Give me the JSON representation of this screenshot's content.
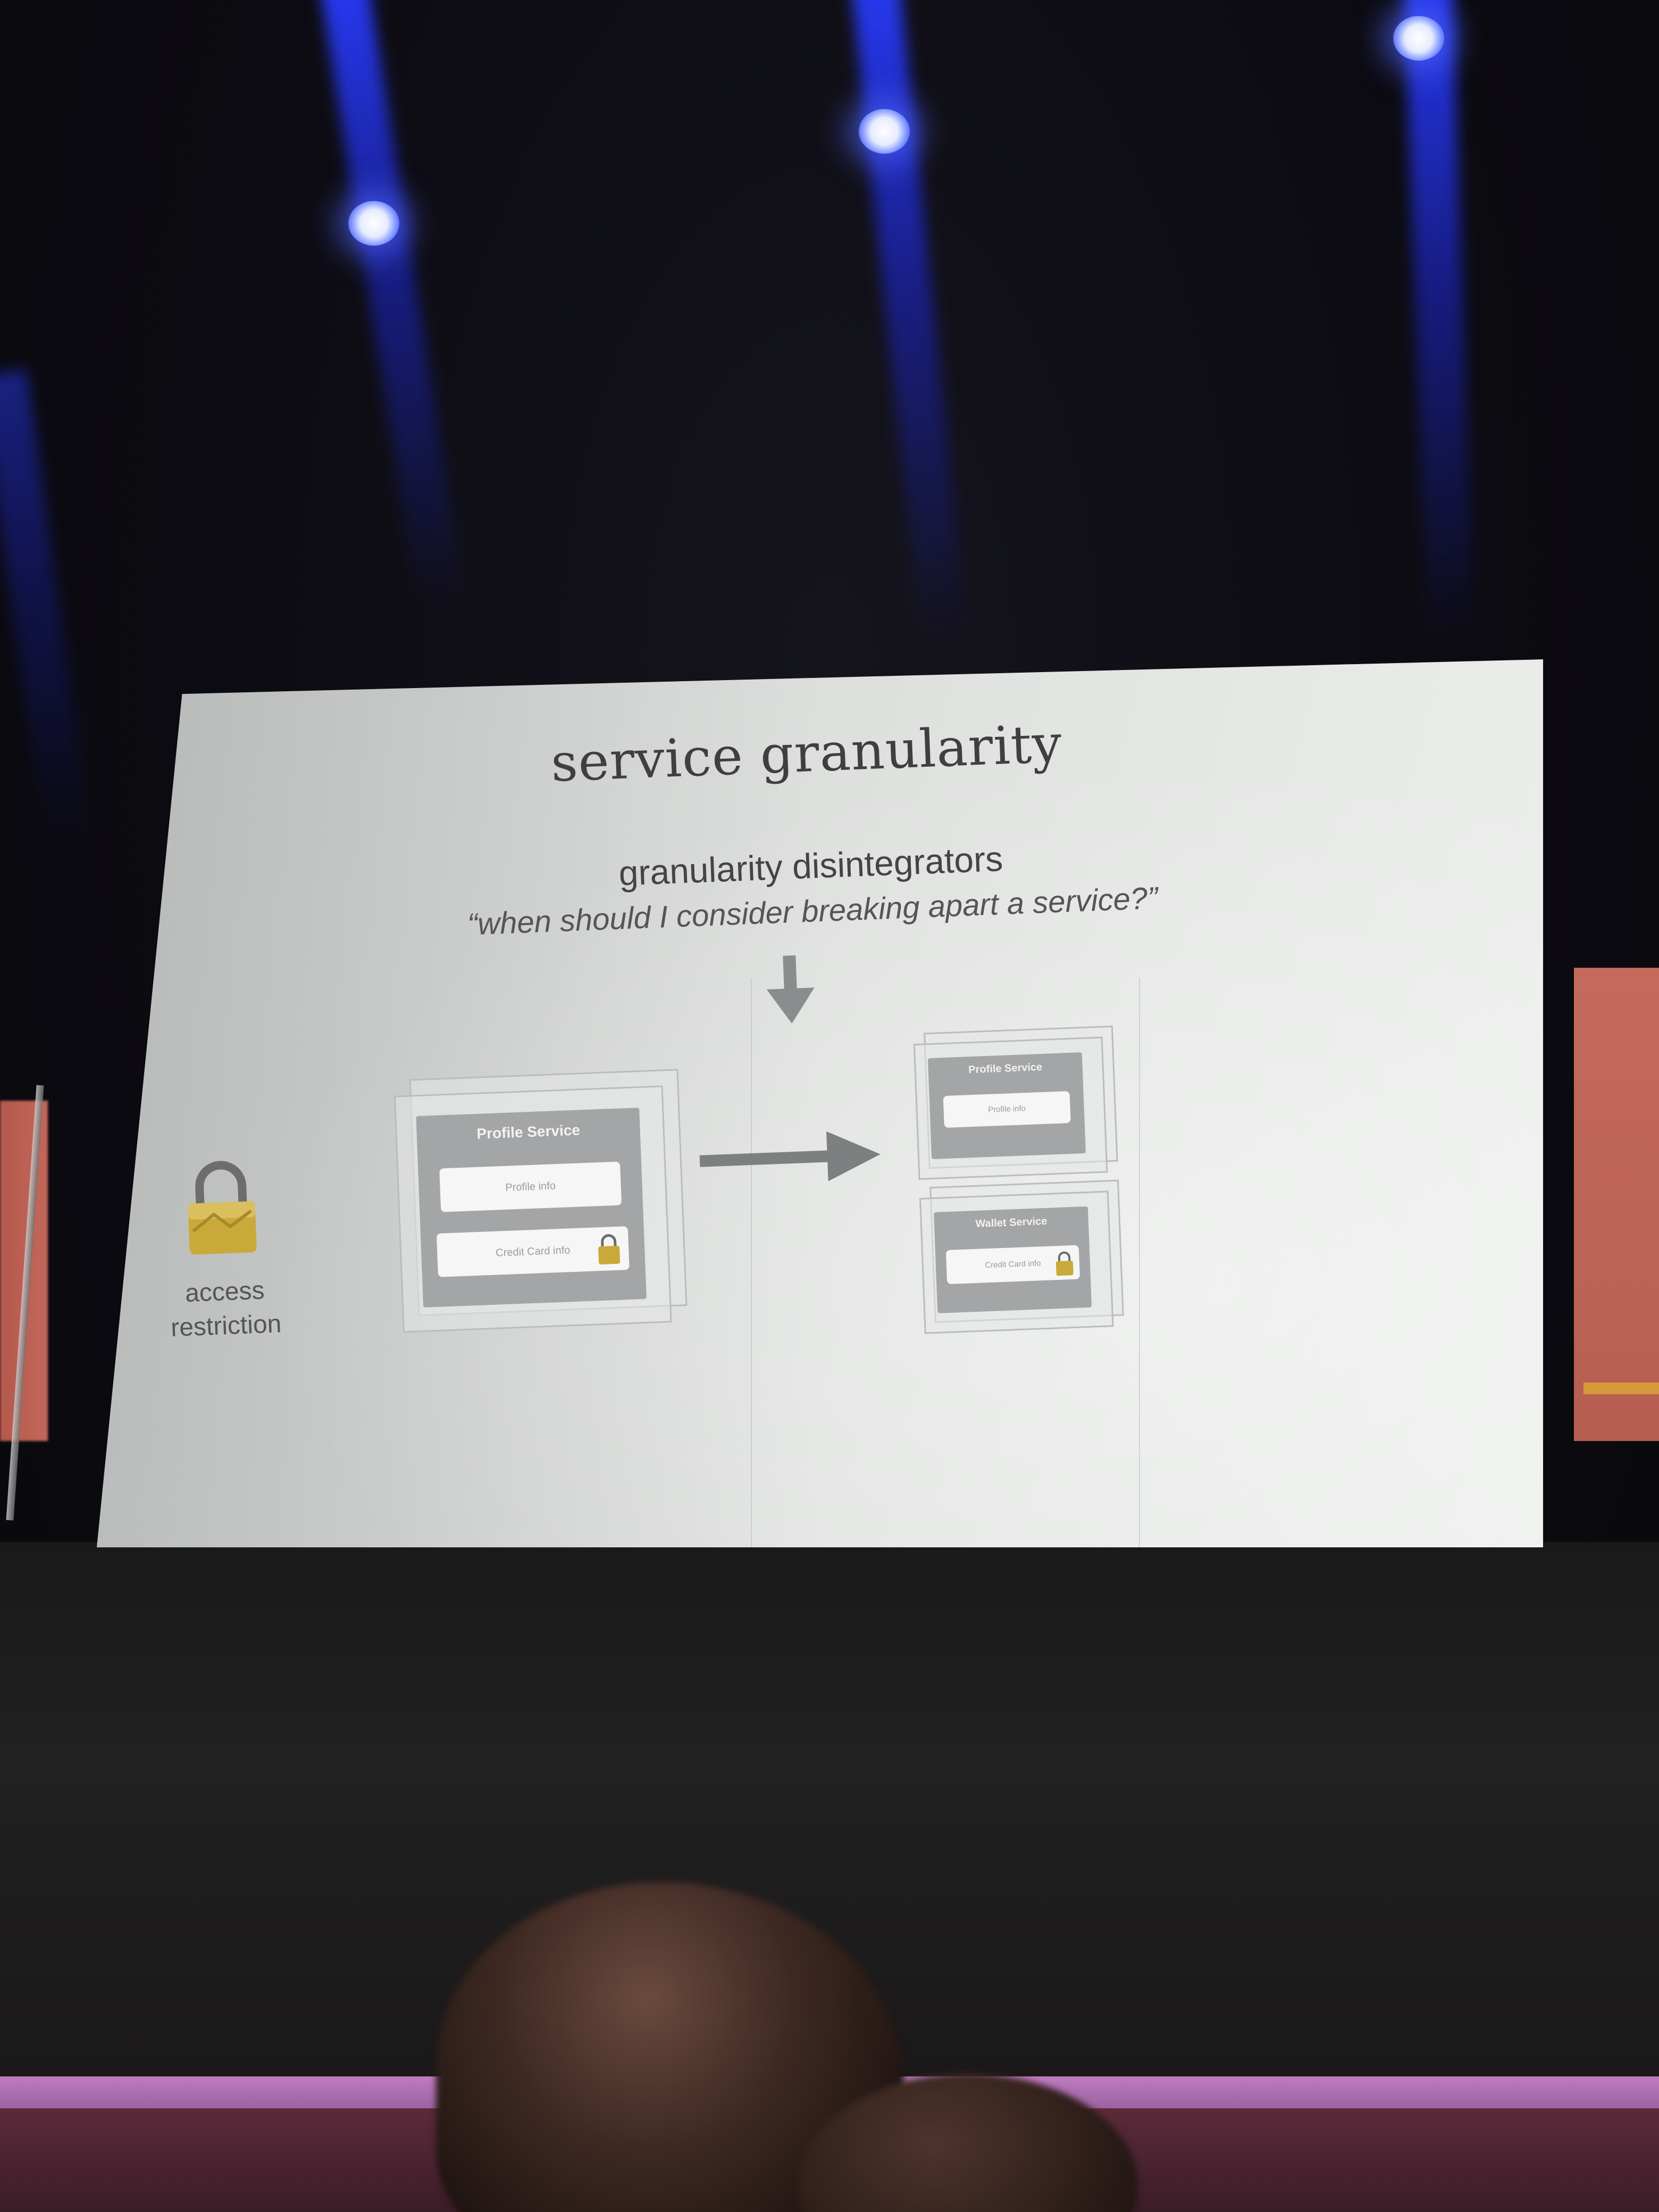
{
  "slide": {
    "title": "service granularity",
    "subtitle": "granularity disintegrators",
    "question": "“when should I consider breaking apart a service?”",
    "lock_label_line1": "access",
    "lock_label_line2": "restriction"
  },
  "before": {
    "service_title": "Profile Service",
    "field_1": "Profile info",
    "field_2": "Credit Card info"
  },
  "after": {
    "profile": {
      "service_title": "Profile Service",
      "field_1": "Profile info"
    },
    "wallet": {
      "service_title": "Wallet Service",
      "field_1": "Credit Card info"
    }
  },
  "icons": {
    "lock": "padlock-icon",
    "arrow_down": "arrow-down-icon",
    "arrow_right": "arrow-right-icon"
  },
  "colors": {
    "lock_gold": "#c9a93a",
    "stage_light": "#3040ff",
    "side_panel": "#c46a5c"
  }
}
